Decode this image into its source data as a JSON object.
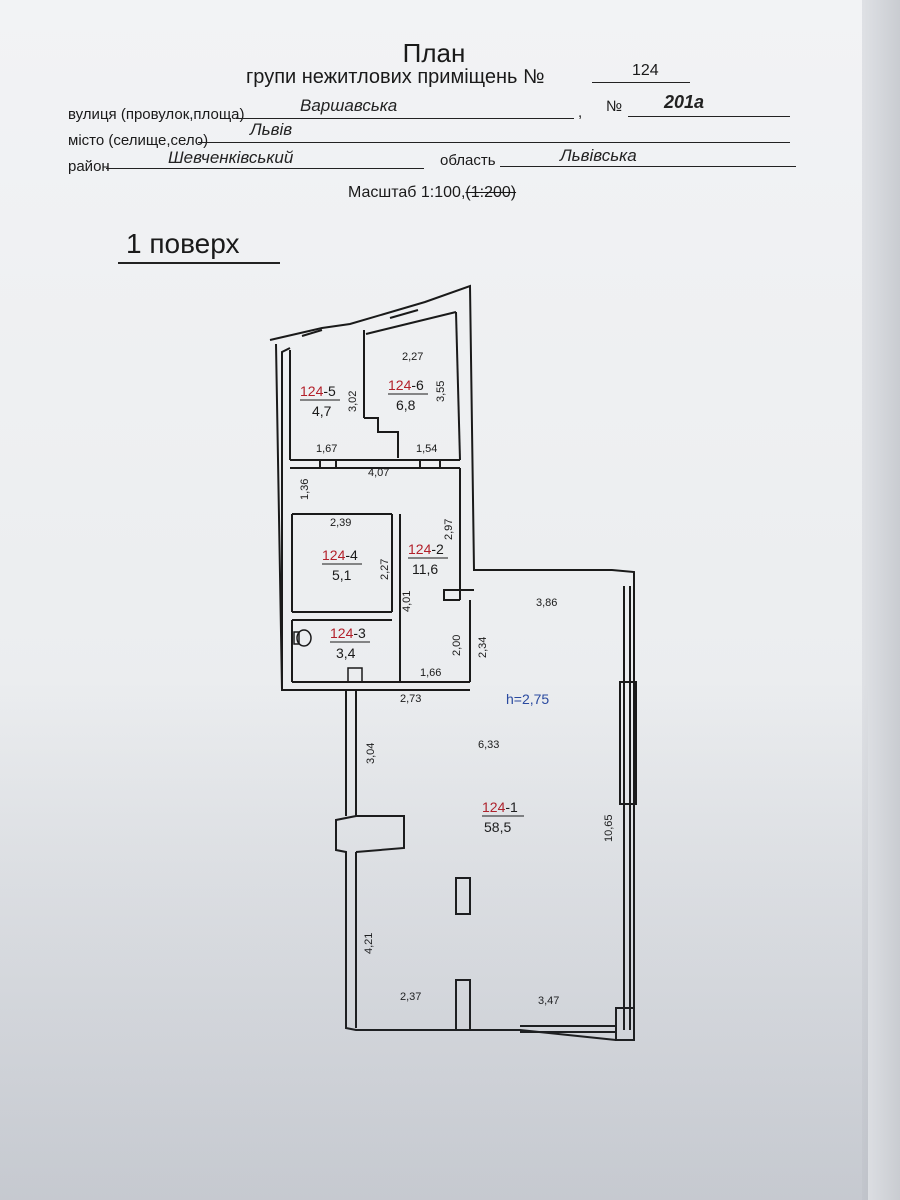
{
  "header": {
    "title": "План",
    "subtitle": "групи нежитлових приміщень №",
    "group_number": "124",
    "street_label": "вулиця (провулок,площа)",
    "street_value": "Варшавська",
    "comma": ",",
    "number_sign": "№",
    "number_value": "201а",
    "city_label": "місто (селище,село)",
    "city_value": "Львів",
    "district_label": "район",
    "district_value": "Шевченківський",
    "region_label": "область",
    "region_value": "Львівська",
    "scale_label": "Масштаб 1:100,",
    "scale_struck": "(1:200)"
  },
  "floor_label": "1 поверх",
  "rooms": [
    {
      "id_prefix": "124",
      "id_suffix": "-5",
      "area": "4,7"
    },
    {
      "id_prefix": "124",
      "id_suffix": "-6",
      "area": "6,8"
    },
    {
      "id_prefix": "124",
      "id_suffix": "-4",
      "area": "5,1"
    },
    {
      "id_prefix": "124",
      "id_suffix": "-2",
      "area": "11,6"
    },
    {
      "id_prefix": "124",
      "id_suffix": "-3",
      "area": "3,4"
    },
    {
      "id_prefix": "124",
      "id_suffix": "-1",
      "area": "58,5"
    }
  ],
  "ceiling_height": "h=2,75",
  "dimensions": {
    "d_2_27a": "2,27",
    "d_3_02": "3,02",
    "d_3_55": "3,55",
    "d_1_67": "1,67",
    "d_1_54": "1,54",
    "d_4_07": "4,07",
    "d_1_36": "1,36",
    "d_2_39": "2,39",
    "d_2_97": "2,97",
    "d_2_27b": "2,27",
    "d_4_01": "4,01",
    "d_3_86": "3,86",
    "d_2_00": "2,00",
    "d_2_34": "2,34",
    "d_1_66": "1,66",
    "d_2_73": "2,73",
    "d_3_04": "3,04",
    "d_6_33": "6,33",
    "d_10_65": "10,65",
    "d_4_21": "4,21",
    "d_2_37": "2,37",
    "d_3_47": "3,47"
  }
}
